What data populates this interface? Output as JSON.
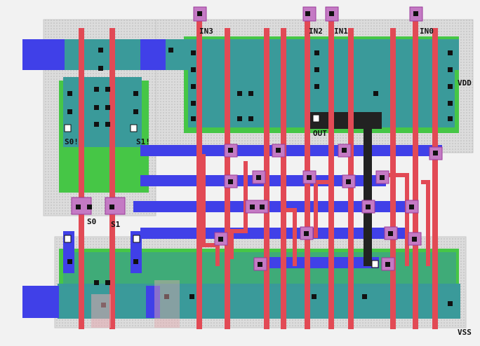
{
  "colors": {
    "background": "#f2f2f2",
    "nwell": "#d6d6d6",
    "active": "#3a9a9a",
    "diffusion": "#46c646",
    "poly": "#e24a55",
    "metal1": "#4040e8",
    "via": "#111111",
    "contact_outline": "#9a3a9a"
  },
  "labels": {
    "in3": "IN3",
    "in2": "IN2",
    "in1": "IN1",
    "in0": "IN0",
    "vdd": "VDD",
    "vss": "VSS",
    "out": "OUT",
    "s0_bar": "S0!",
    "s1_bar": "S1!",
    "s0": "S0",
    "s1": "S1"
  }
}
